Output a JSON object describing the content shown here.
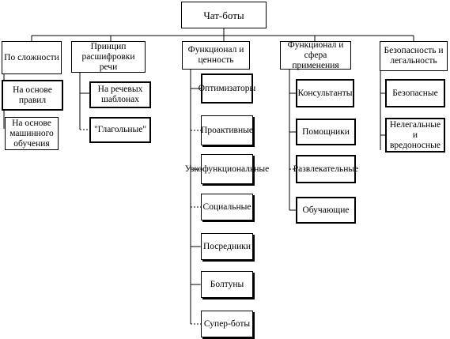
{
  "root": {
    "label": "Чат-боты"
  },
  "categories": [
    {
      "label": "По сложности",
      "items": [
        "На основе правил",
        "На основе машинного обучения"
      ]
    },
    {
      "label": "Принцип расшифровки речи",
      "items": [
        "На речевых шаблонах",
        "\"Глагольные\""
      ]
    },
    {
      "label": "Функционал и ценность",
      "items": [
        "Оптимизаторы",
        "Проактивные",
        "Узкофункциональные",
        "Социальные",
        "Посредники",
        "Болтуны",
        "Супер-боты"
      ]
    },
    {
      "label": "Функционал и сфера применения",
      "items": [
        "Консультанты",
        "Помощники",
        "Развлекательные",
        "Обучающие"
      ]
    },
    {
      "label": "Безопасность и легальность",
      "items": [
        "Безопасные",
        "Нелегальные и вредоносные"
      ]
    }
  ]
}
